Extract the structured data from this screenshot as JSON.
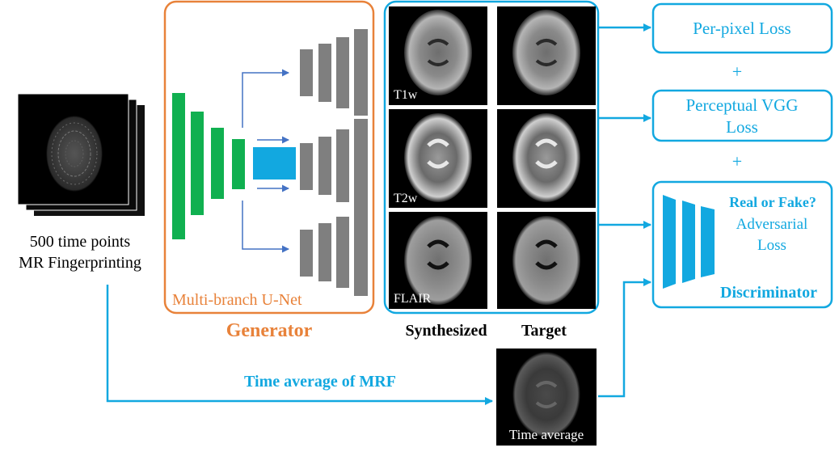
{
  "input": {
    "caption_line1": "500 time points",
    "caption_line2": "MR Fingerprinting"
  },
  "generator": {
    "inner_label": "Multi-branch U-Net",
    "title": "Generator"
  },
  "images": {
    "rows": [
      {
        "label": "T1w"
      },
      {
        "label": "T2w"
      },
      {
        "label": "FLAIR"
      }
    ],
    "col_synth": "Synthesized",
    "col_target": "Target"
  },
  "time_avg": {
    "arrow_label": "Time average of MRF",
    "image_label": "Time average"
  },
  "losses": {
    "per_pixel": "Per-pixel Loss",
    "plus": "+",
    "vgg_line1": "Perceptual VGG",
    "vgg_line2": "Loss",
    "real_fake": "Real or Fake?",
    "adv_line1": "Adversarial",
    "adv_line2": "Loss",
    "discriminator": "Discriminator"
  },
  "colors": {
    "orange": "#E8823A",
    "blue": "#12A8E0",
    "green": "#10B050",
    "gray": "#7F7F7F",
    "arrow_dark": "#4472C4"
  }
}
